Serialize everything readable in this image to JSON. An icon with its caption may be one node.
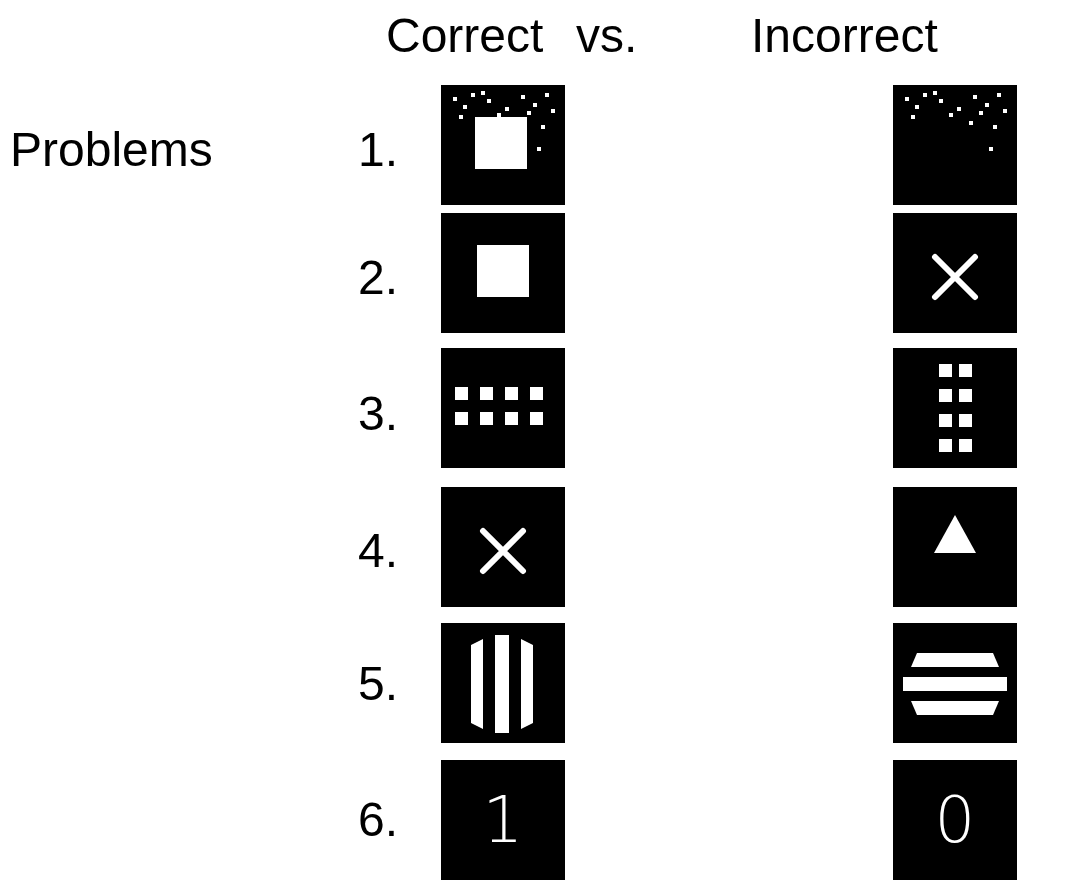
{
  "diagram": {
    "labels": [
      "Correct",
      "vs.",
      "Incorrect",
      "Problems",
      "1.",
      "2.",
      "3.",
      "4.",
      "5.",
      "1",
      "0",
      "6."
    ]
  }
}
